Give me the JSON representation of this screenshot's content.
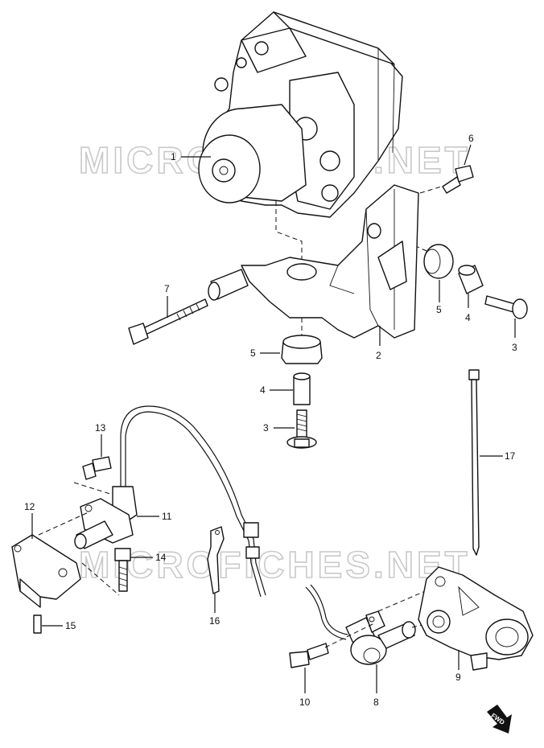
{
  "watermark": "MICROFICHES.NET",
  "callouts": [
    "1",
    "2",
    "3",
    "3",
    "4",
    "4",
    "5",
    "5",
    "6",
    "7",
    "8",
    "9",
    "10",
    "11",
    "12",
    "13",
    "14",
    "15",
    "16",
    "17"
  ],
  "fwd_label": "FWD"
}
